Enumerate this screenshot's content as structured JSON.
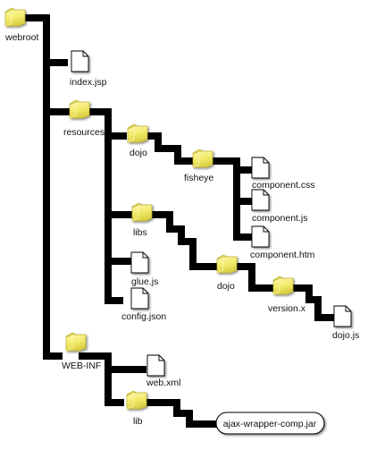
{
  "nodes": {
    "webroot": {
      "label": "webroot",
      "type": "folder"
    },
    "index_jsp": {
      "label": "index.jsp",
      "type": "file"
    },
    "resources": {
      "label": "resources",
      "type": "folder"
    },
    "dojo_top": {
      "label": "dojo",
      "type": "folder"
    },
    "fisheye": {
      "label": "fisheye",
      "type": "folder"
    },
    "component_css": {
      "label": "component.css",
      "type": "file"
    },
    "component_js": {
      "label": "component.js",
      "type": "file"
    },
    "component_htm": {
      "label": "component.htm",
      "type": "file"
    },
    "libs": {
      "label": "libs",
      "type": "folder"
    },
    "dojo_lib": {
      "label": "dojo",
      "type": "folder"
    },
    "version_x": {
      "label": "version.x",
      "type": "folder"
    },
    "dojo_js": {
      "label": "dojo.js",
      "type": "file"
    },
    "glue_js": {
      "label": "glue.js",
      "type": "file"
    },
    "config_json": {
      "label": "config.json",
      "type": "file"
    },
    "web_inf": {
      "label": "WEB-INF",
      "type": "folder"
    },
    "web_xml": {
      "label": "web.xml",
      "type": "file"
    },
    "lib": {
      "label": "lib",
      "type": "folder"
    },
    "ajax_wrapper_jar": {
      "label": "ajax-wrapper-comp.jar",
      "type": "archive"
    }
  },
  "colors": {
    "connector": "#000000",
    "folder_fill": "#f3eb6a",
    "folder_highlight": "#fbf6b0",
    "folder_shadow": "#c9bf3c",
    "file_fill": "#ffffff",
    "file_stroke": "#000000",
    "text": "#111111"
  }
}
